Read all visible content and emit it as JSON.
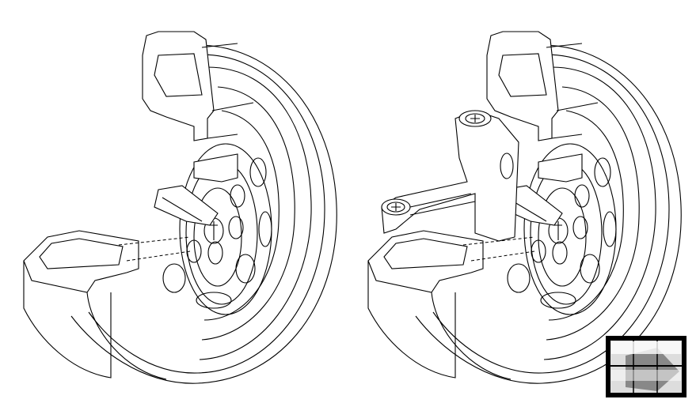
{
  "figure": {
    "panels": [
      {
        "id": "wheel-cutaway"
      },
      {
        "id": "wheel-cutaway-with-steering-knuckle"
      }
    ],
    "line_color": "#000000",
    "background": "#ffffff"
  },
  "logo": {
    "kind": "image-logo"
  }
}
